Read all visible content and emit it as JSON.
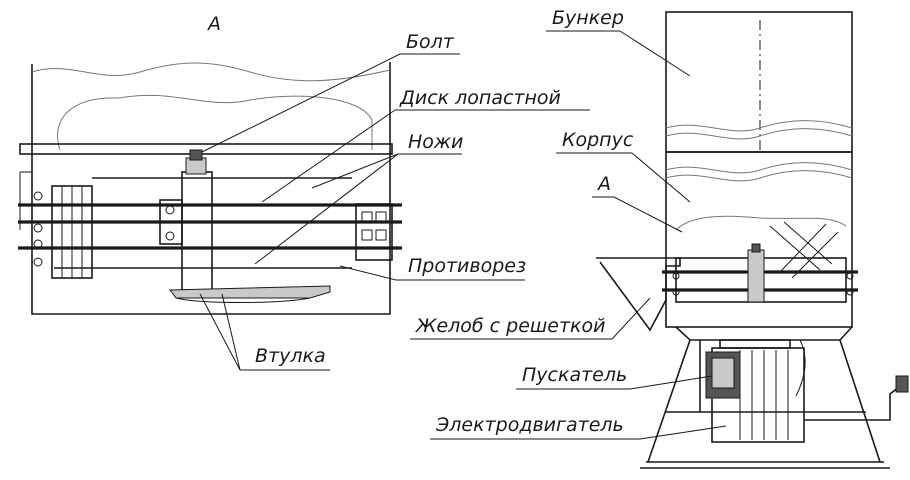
{
  "view_label": "А",
  "labels": {
    "bolt": "Болт",
    "disk": "Диск лопастной",
    "knives": "Ножи",
    "counter_cutter": "Противорез",
    "sleeve": "Втулка",
    "hopper": "Бункер",
    "housing": "Корпус",
    "view_ref": "А",
    "chute": "Желоб с решеткой",
    "starter": "Пускатель",
    "motor": "Электродвигатель"
  }
}
